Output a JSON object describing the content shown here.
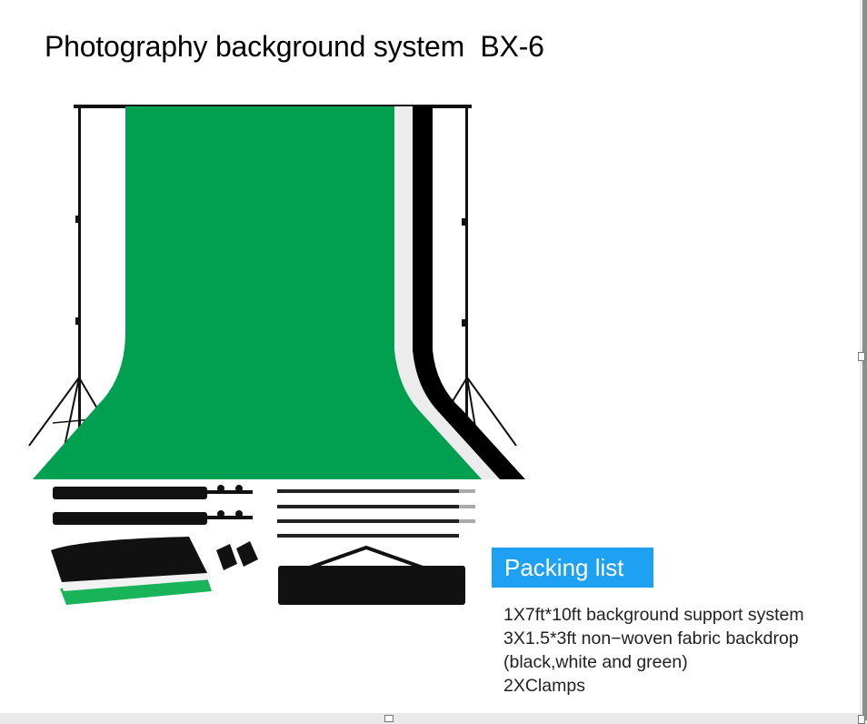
{
  "document": {
    "title": "Photography background system  BX-6",
    "packing_list": {
      "heading": "Packing list",
      "items": [
        "1X7ft*10ft background support system",
        "3X1.5*3ft non−woven fabric backdrop",
        "(black,white and green)",
        "2XClamps"
      ]
    },
    "image": {
      "description": "Backdrop stand with green, white and black fabric backdrops, plus packed components: 2 light stands, 4 crossbar sections, 3 folded fabrics, 2 clamps, carry bag",
      "colors": {
        "green": "#00a050",
        "white": "#eeeeee",
        "black": "#000000"
      }
    }
  },
  "colors": {
    "accent": "#1ea1f2",
    "page": "#ffffff",
    "canvas": "#e9e9ea"
  }
}
